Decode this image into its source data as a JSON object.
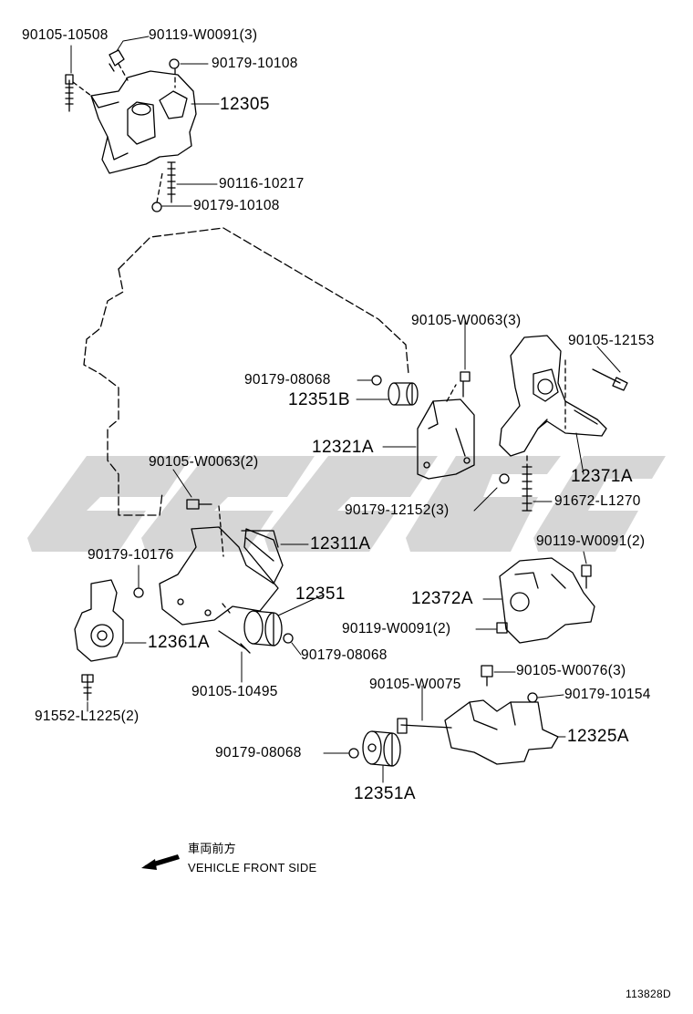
{
  "parts": {
    "p_90105_10508": "90105-10508",
    "p_90119_w0091_3": "90119-W0091(3)",
    "p_90179_10108_a": "90179-10108",
    "p_12305": "12305",
    "p_90116_10217": "90116-10217",
    "p_90179_10108_b": "90179-10108",
    "p_90105_w0063_3": "90105-W0063(3)",
    "p_90105_12153": "90105-12153",
    "p_90179_08068_a": "90179-08068",
    "p_12351b": "12351B",
    "p_12321a": "12321A",
    "p_12371a": "12371A",
    "p_90105_w0063_2": "90105-W0063(2)",
    "p_90179_12152_3": "90179-12152(3)",
    "p_91672_l1270": "91672-L1270",
    "p_90179_10176": "90179-10176",
    "p_12311a": "12311A",
    "p_90119_w0091_2a": "90119-W0091(2)",
    "p_12351": "12351",
    "p_12372a": "12372A",
    "p_12361a": "12361A",
    "p_90119_w0091_2b": "90119-W0091(2)",
    "p_90179_08068_b": "90179-08068",
    "p_90105_10495": "90105-10495",
    "p_90105_w0076_3": "90105-W0076(3)",
    "p_90105_w0075": "90105-W0075",
    "p_90179_10154": "90179-10154",
    "p_91552_l1225_2": "91552-L1225(2)",
    "p_12325a": "12325A",
    "p_90179_08068_c": "90179-08068",
    "p_12351a": "12351A"
  },
  "legend": {
    "jp": "車両前方",
    "en": "VEHICLE FRONT SIDE"
  },
  "footer": {
    "code": "113828D"
  },
  "style": {
    "line_color": "#000000",
    "watermark_color": "#d4d4d4"
  }
}
